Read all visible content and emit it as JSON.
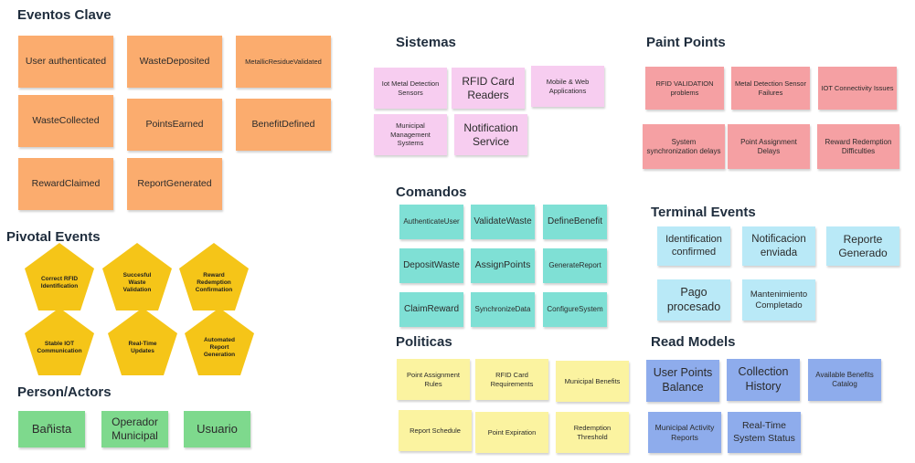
{
  "colors": {
    "orange": "#fbac6e",
    "pink": "#f7cdf0",
    "red": "#f5a0a3",
    "teal": "#7fe0d5",
    "light_blue": "#b9e9f7",
    "yellow": "#fbf3a0",
    "periwinkle": "#8eacec",
    "green": "#7ed98d",
    "gold": "#f5c518"
  },
  "eventos_clave": {
    "title": "Eventos Clave",
    "items": [
      "User authenticated",
      "WasteDeposited",
      "MetallicResidueValidated",
      "WasteCollected",
      "PointsEarned",
      "BenefitDefined",
      "RewardClaimed",
      "ReportGenerated"
    ]
  },
  "pivotal": {
    "title": "Pivotal Events",
    "items": [
      "Correct RFID Identification",
      "Succesful Waste Validation",
      "Reward Redemption Confirmation",
      "Stable IOT Communication",
      "Real-Time Updates",
      "Automated Report Generation"
    ]
  },
  "actors": {
    "title": "Person/Actors",
    "items": [
      "Bañista",
      "Operador Municipal",
      "Usuario"
    ]
  },
  "sistemas": {
    "title": "Sistemas",
    "items": [
      "Iot Metal Detection Sensors",
      "RFID Card Readers",
      "Mobile & Web Applications",
      "Municipal Management Systems",
      "Notification Service"
    ]
  },
  "comandos": {
    "title": "Comandos",
    "items": [
      "AuthenticateUser",
      "ValidateWaste",
      "DefineBenefit",
      "DepositWaste",
      "AssignPoints",
      "GenerateReport",
      "ClaimReward",
      "SynchronizeData",
      "ConfigureSystem"
    ]
  },
  "politicas": {
    "title": "Politicas",
    "items": [
      "Point Assignment Rules",
      "RFID Card Requirements",
      "Municipal Benefits",
      "Report Schedule",
      "Point Expiration",
      "Redemption Threshold"
    ]
  },
  "paint_points": {
    "title": "Paint Points",
    "items": [
      "RFID VALIDATION problems",
      "Metal Detection Sensor Failures",
      "IOT Connectivity Issues",
      "System synchronization delays",
      "Point Assignment Delays",
      "Reward Redemption Difficulties"
    ]
  },
  "terminal": {
    "title": "Terminal Events",
    "items": [
      "Identification confirmed",
      "Notificacion enviada",
      "Reporte Generado",
      "Pago procesado",
      "Mantenimiento Completado"
    ]
  },
  "read_models": {
    "title": "Read Models",
    "items": [
      "User Points Balance",
      "Collection History",
      "Available Benefits Catalog",
      "Municipal Activity Reports",
      "Real-Time System Status"
    ]
  }
}
